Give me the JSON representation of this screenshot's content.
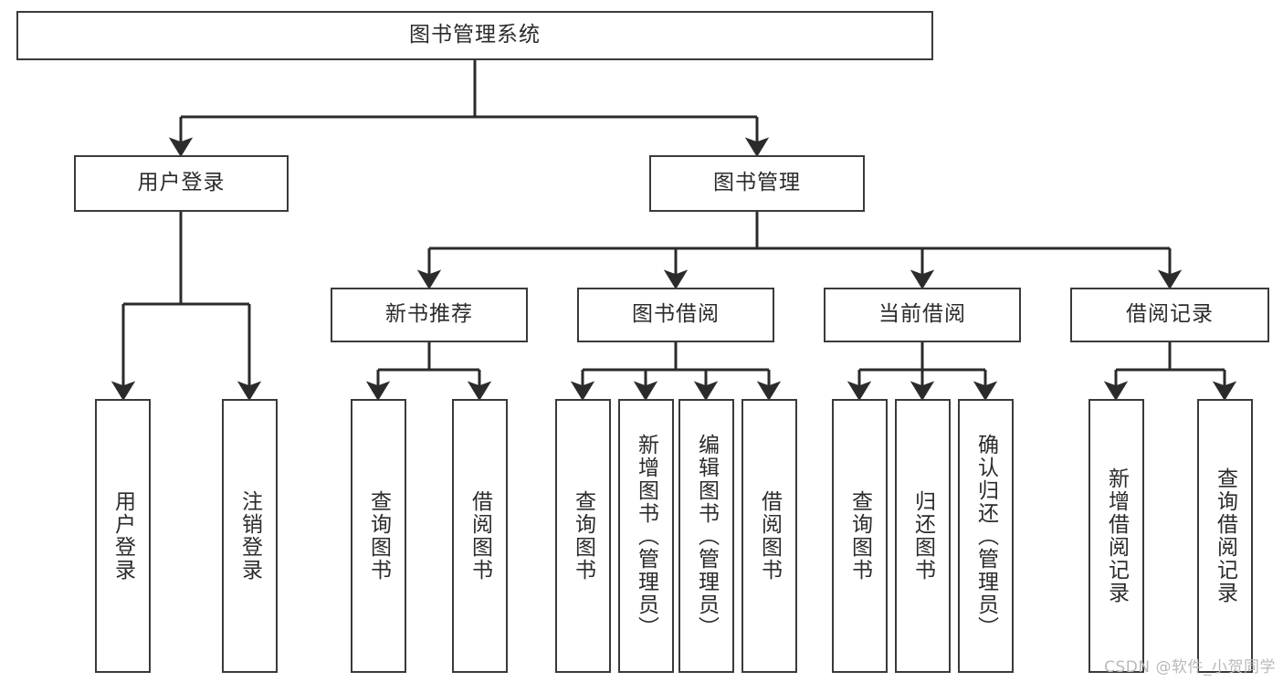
{
  "diagram": {
    "type": "tree",
    "title": "图书管理系统",
    "watermark": "CSDN @软件_小贺同学",
    "colors": {
      "box_border": "#3a3a3a",
      "box_fill": "#ffffff",
      "edge": "#2b2b2b",
      "text": "#2b2b2b",
      "watermark": "#b9b9b9",
      "background": "#ffffff"
    },
    "levels": {
      "root": {
        "label": "图书管理系统"
      },
      "level2": [
        {
          "label": "用户登录"
        },
        {
          "label": "图书管理"
        }
      ],
      "level3": [
        {
          "label": "新书推荐"
        },
        {
          "label": "图书借阅"
        },
        {
          "label": "当前借阅"
        },
        {
          "label": "借阅记录"
        }
      ],
      "leaves": {
        "user_login": [
          {
            "label": "用户登录"
          },
          {
            "label": "注销登录"
          }
        ],
        "new_book_recommend": [
          {
            "label": "查询图书"
          },
          {
            "label": "借阅图书"
          }
        ],
        "book_borrow": [
          {
            "label": "查询图书"
          },
          {
            "label": "新增图书（管理员）"
          },
          {
            "label": "编辑图书（管理员）"
          },
          {
            "label": "借阅图书"
          }
        ],
        "current_borrow": [
          {
            "label": "查询图书"
          },
          {
            "label": "归还图书"
          },
          {
            "label": "确认归还（管理员）"
          }
        ],
        "borrow_record": [
          {
            "label": "新增借阅记录"
          },
          {
            "label": "查询借阅记录"
          }
        ]
      }
    }
  }
}
